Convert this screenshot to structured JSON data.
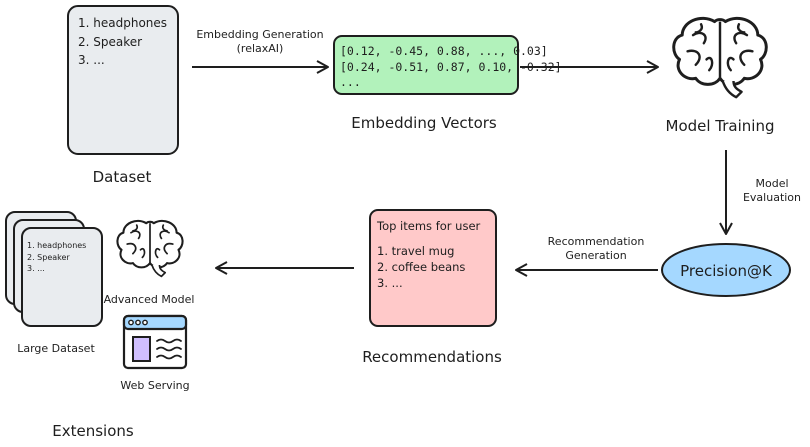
{
  "dataset": {
    "items": [
      "1. headphones",
      "2. Speaker",
      "3. ..."
    ],
    "label": "Dataset"
  },
  "embedding_generation": {
    "line1": "Embedding Generation",
    "line2": "(relaxAI)"
  },
  "embedding_vectors": {
    "rows": [
      "[0.12, -0.45, 0.88, ..., 0.03]",
      "[0.24, -0.51, 0.87, 0.10, -0.32]",
      "..."
    ],
    "label": "Embedding Vectors",
    "fill": "#b2f2bb"
  },
  "model_training": {
    "label": "Model Training"
  },
  "model_evaluation": {
    "line1": "Model",
    "line2": "Evaluation"
  },
  "precision": {
    "label": "Precision@K",
    "fill": "#a5d8ff"
  },
  "recommendation_generation": {
    "line1": "Recommendation",
    "line2": "Generation"
  },
  "recommendations": {
    "header": "Top items for user",
    "items": [
      "1. travel mug",
      "2. coffee beans",
      "3. ..."
    ],
    "label": "Recommendations",
    "fill": "#ffc9c9"
  },
  "extensions": {
    "large_dataset": {
      "items": [
        "1. headphones",
        "2. Speaker",
        "3. ..."
      ],
      "label": "Large Dataset"
    },
    "advanced_model": {
      "label": "Advanced Model"
    },
    "web_serving": {
      "label": "Web Serving",
      "bar_fill": "#a5d8ff",
      "panel_fill": "#d0bfff"
    },
    "label": "Extensions"
  },
  "colors": {
    "stroke": "#1e1e1e",
    "card": "#e9ecef"
  }
}
